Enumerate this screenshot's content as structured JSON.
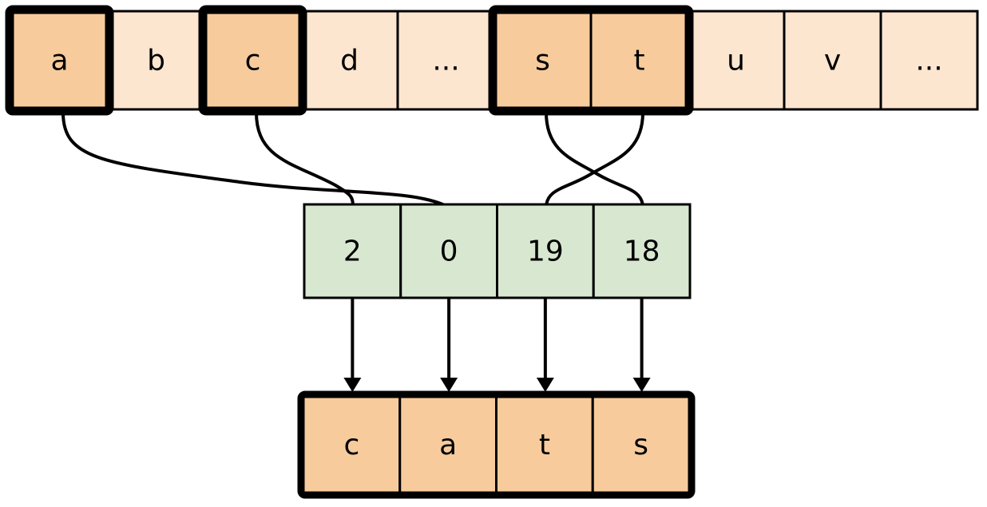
{
  "diagram": {
    "title": "string-indexing-diagram",
    "colors": {
      "highlight_fill": "#F7CB9C",
      "normal_fill": "#FCE6D0",
      "index_fill": "#D8E8D0",
      "stroke": "#000000",
      "background": "#FFFFFF"
    },
    "alphabet_row": {
      "name": "alphabet-array",
      "cells": [
        {
          "label": "a",
          "highlighted": true
        },
        {
          "label": "b",
          "highlighted": false
        },
        {
          "label": "c",
          "highlighted": true
        },
        {
          "label": "d",
          "highlighted": false
        },
        {
          "label": "...",
          "highlighted": false
        },
        {
          "label": "s",
          "highlighted": true
        },
        {
          "label": "t",
          "highlighted": true
        },
        {
          "label": "u",
          "highlighted": false
        },
        {
          "label": "v",
          "highlighted": false
        },
        {
          "label": "...",
          "highlighted": false
        }
      ]
    },
    "index_row": {
      "name": "index-array",
      "cells": [
        {
          "label": "2"
        },
        {
          "label": "0"
        },
        {
          "label": "19"
        },
        {
          "label": "18"
        }
      ]
    },
    "output_row": {
      "name": "output-array",
      "cells": [
        {
          "label": "c"
        },
        {
          "label": "a"
        },
        {
          "label": "t"
        },
        {
          "label": "s"
        }
      ]
    },
    "connectors": [
      {
        "from": "a",
        "to": "0"
      },
      {
        "from": "c",
        "to": "2"
      },
      {
        "from": "s",
        "to": "18"
      },
      {
        "from": "t",
        "to": "19"
      }
    ],
    "arrows": [
      {
        "from": "2",
        "to": "c"
      },
      {
        "from": "0",
        "to": "a"
      },
      {
        "from": "19",
        "to": "t"
      },
      {
        "from": "18",
        "to": "s"
      }
    ]
  }
}
